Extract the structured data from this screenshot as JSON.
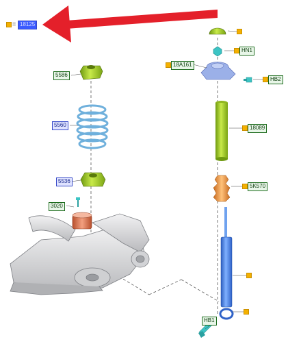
{
  "legend": {
    "equals": "=",
    "part_number": "18125"
  },
  "labels": {
    "nut_top": "HN1",
    "mount": "18A161",
    "bolt_mount": "HB2",
    "boot": "18089",
    "bumper": "5K570",
    "bolt_bottom": "HB1",
    "upper_seat": "5586",
    "spring": "5560",
    "lower_seat": "5536",
    "spring_bumper": "3020"
  },
  "colors": {
    "arrow": "#e4202a",
    "marker": "#f4b000",
    "label_green_border": "#1d6b1d",
    "label_blue_border": "#3548c8",
    "highlight": "#3b5bff",
    "green_parts": "#a8d62a",
    "spring": "#8fc8ea",
    "mount": "#9bb0e8",
    "damper": "#3e7ee0",
    "bumper": "#f0a050",
    "bolt": "#3cc4c4",
    "axle": "#d9dadc"
  }
}
